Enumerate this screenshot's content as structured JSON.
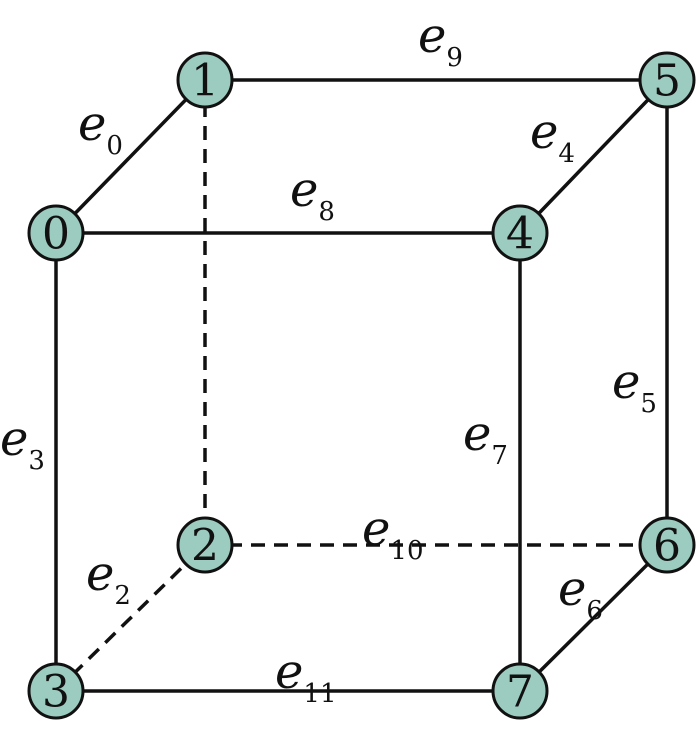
{
  "nodes": [
    {
      "id": "0",
      "label": "0"
    },
    {
      "id": "1",
      "label": "1"
    },
    {
      "id": "2",
      "label": "2"
    },
    {
      "id": "3",
      "label": "3"
    },
    {
      "id": "4",
      "label": "4"
    },
    {
      "id": "5",
      "label": "5"
    },
    {
      "id": "6",
      "label": "6"
    },
    {
      "id": "7",
      "label": "7"
    }
  ],
  "edges": [
    {
      "name": "e",
      "sub": "0",
      "from": "0",
      "to": "1",
      "style": "solid"
    },
    {
      "name": "e",
      "sub": "2",
      "from": "3",
      "to": "2",
      "style": "dashed"
    },
    {
      "name": "e",
      "sub": "3",
      "from": "0",
      "to": "3",
      "style": "solid"
    },
    {
      "name": "e",
      "sub": "4",
      "from": "4",
      "to": "5",
      "style": "solid"
    },
    {
      "name": "e",
      "sub": "5",
      "from": "5",
      "to": "6",
      "style": "solid"
    },
    {
      "name": "e",
      "sub": "6",
      "from": "6",
      "to": "7",
      "style": "solid"
    },
    {
      "name": "e",
      "sub": "7",
      "from": "4",
      "to": "7",
      "style": "solid"
    },
    {
      "name": "e",
      "sub": "8",
      "from": "0",
      "to": "4",
      "style": "solid"
    },
    {
      "name": "e",
      "sub": "9",
      "from": "1",
      "to": "5",
      "style": "solid"
    },
    {
      "name": "e",
      "sub": "10",
      "from": "2",
      "to": "6",
      "style": "dashed"
    },
    {
      "name": "e",
      "sub": "11",
      "from": "3",
      "to": "7",
      "style": "solid"
    },
    {
      "name": "",
      "sub": "",
      "from": "1",
      "to": "2",
      "style": "dashed"
    }
  ],
  "colors": {
    "node_fill": "#9ccbbf",
    "stroke": "#111111"
  }
}
